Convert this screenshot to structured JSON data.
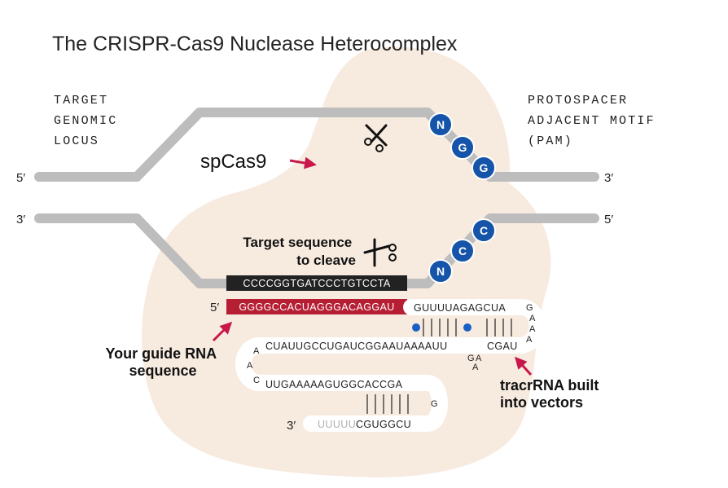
{
  "title": "The CRISPR-Cas9 Nuclease Heterocomplex",
  "target_label": [
    "TARGET",
    "GENOMIC",
    "LOCUS"
  ],
  "pam_label": [
    "PROTOSPACER",
    "ADJACENT MOTIF",
    "(PAM)"
  ],
  "ends": {
    "top_left": "5′",
    "top_right": "3′",
    "bottom_left": "3′",
    "bottom_right": "5′",
    "guide_start": "5′",
    "rna_end": "3′"
  },
  "enzyme": "spCas9",
  "target_sequence_label": [
    "Target sequence",
    "to cleave"
  ],
  "target_sequence": "CCCCGGTGATCCCTGTCCTA",
  "guide_sequence": "GGGGCCACUAGGGACAGGAU",
  "pam_top": [
    "N",
    "G",
    "G"
  ],
  "pam_bottom": [
    "N",
    "C",
    "C"
  ],
  "guide_rna_label": [
    "Your guide RNA",
    "sequence"
  ],
  "tracr_label": [
    "tracrRNA built",
    "into vectors"
  ],
  "scaffold": {
    "top_strand": "GUUUUAGAGCUA",
    "tetraloop": [
      "G",
      "A",
      "A",
      "A"
    ],
    "lower_strand": "CUAUUGCCUGAUCGGAAUAAAAUU",
    "lower_right": "CGAU",
    "bulge": [
      "G",
      "A",
      "A"
    ],
    "left_loop": [
      "A",
      "A",
      "C"
    ],
    "bottom_strand": "UUGAAAAAGUGGCACCGA",
    "hairpin_g": "G",
    "tail_pale": "UUUUU",
    "tail": "CGUGGCU"
  },
  "colors": {
    "blob": "#f7ebe0",
    "strand": "#bdbdbd",
    "pam_circle": "#1554a8",
    "guide": "#b51e33",
    "target_box": "#222222",
    "arrow": "#c8184a",
    "dot": "#1a5fc4"
  }
}
